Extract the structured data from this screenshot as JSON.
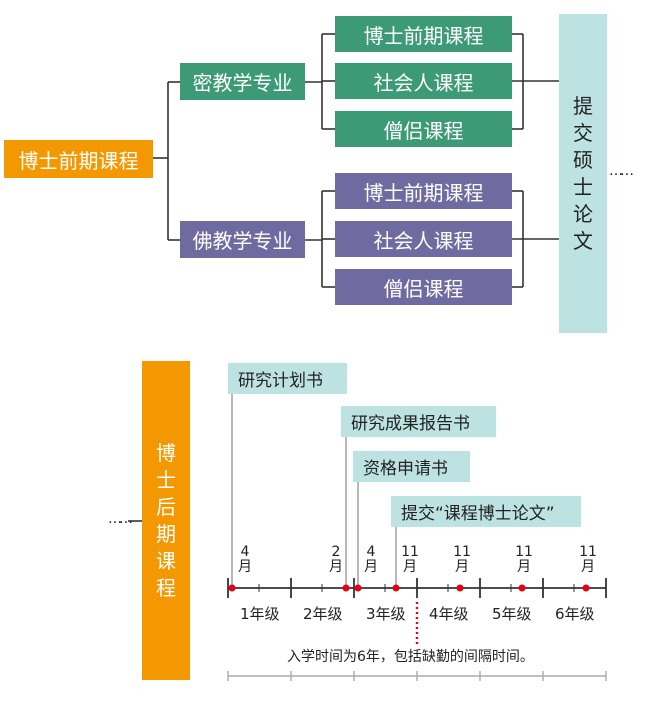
{
  "top": {
    "start": "博士前期课程",
    "majors": [
      {
        "name": "密教学专业",
        "courses": [
          "博士前期课程",
          "社会人课程",
          "僧侣课程"
        ]
      },
      {
        "name": "佛教学专业",
        "courses": [
          "博士前期课程",
          "社会人课程",
          "僧侣课程"
        ]
      }
    ],
    "thesis": "提交硕士论文",
    "continuation": "……"
  },
  "bottom": {
    "program": "博士后期课程",
    "lead_in": "……",
    "documents": [
      "研究计划书",
      "研究成果报告书",
      "资格申请书",
      "提交“课程博士论文”"
    ],
    "markers": [
      {
        "num": "4",
        "unit": "月"
      },
      {
        "num": "2",
        "unit": "月"
      },
      {
        "num": "4",
        "unit": "月"
      },
      {
        "num": "11",
        "unit": "月"
      },
      {
        "num": "11",
        "unit": "月"
      },
      {
        "num": "11",
        "unit": "月"
      },
      {
        "num": "11",
        "unit": "月"
      }
    ],
    "years": [
      "1年级",
      "2年级",
      "3年级",
      "4年级",
      "5年级",
      "6年级"
    ],
    "note": "入学时间为6年，包括缺勤的间隔时间。"
  },
  "colors": {
    "orange": "#f39800",
    "green": "#3d9a76",
    "purple": "#6f6ba1",
    "light_cyan": "#bde2e2",
    "marker_red": "#e60012"
  }
}
